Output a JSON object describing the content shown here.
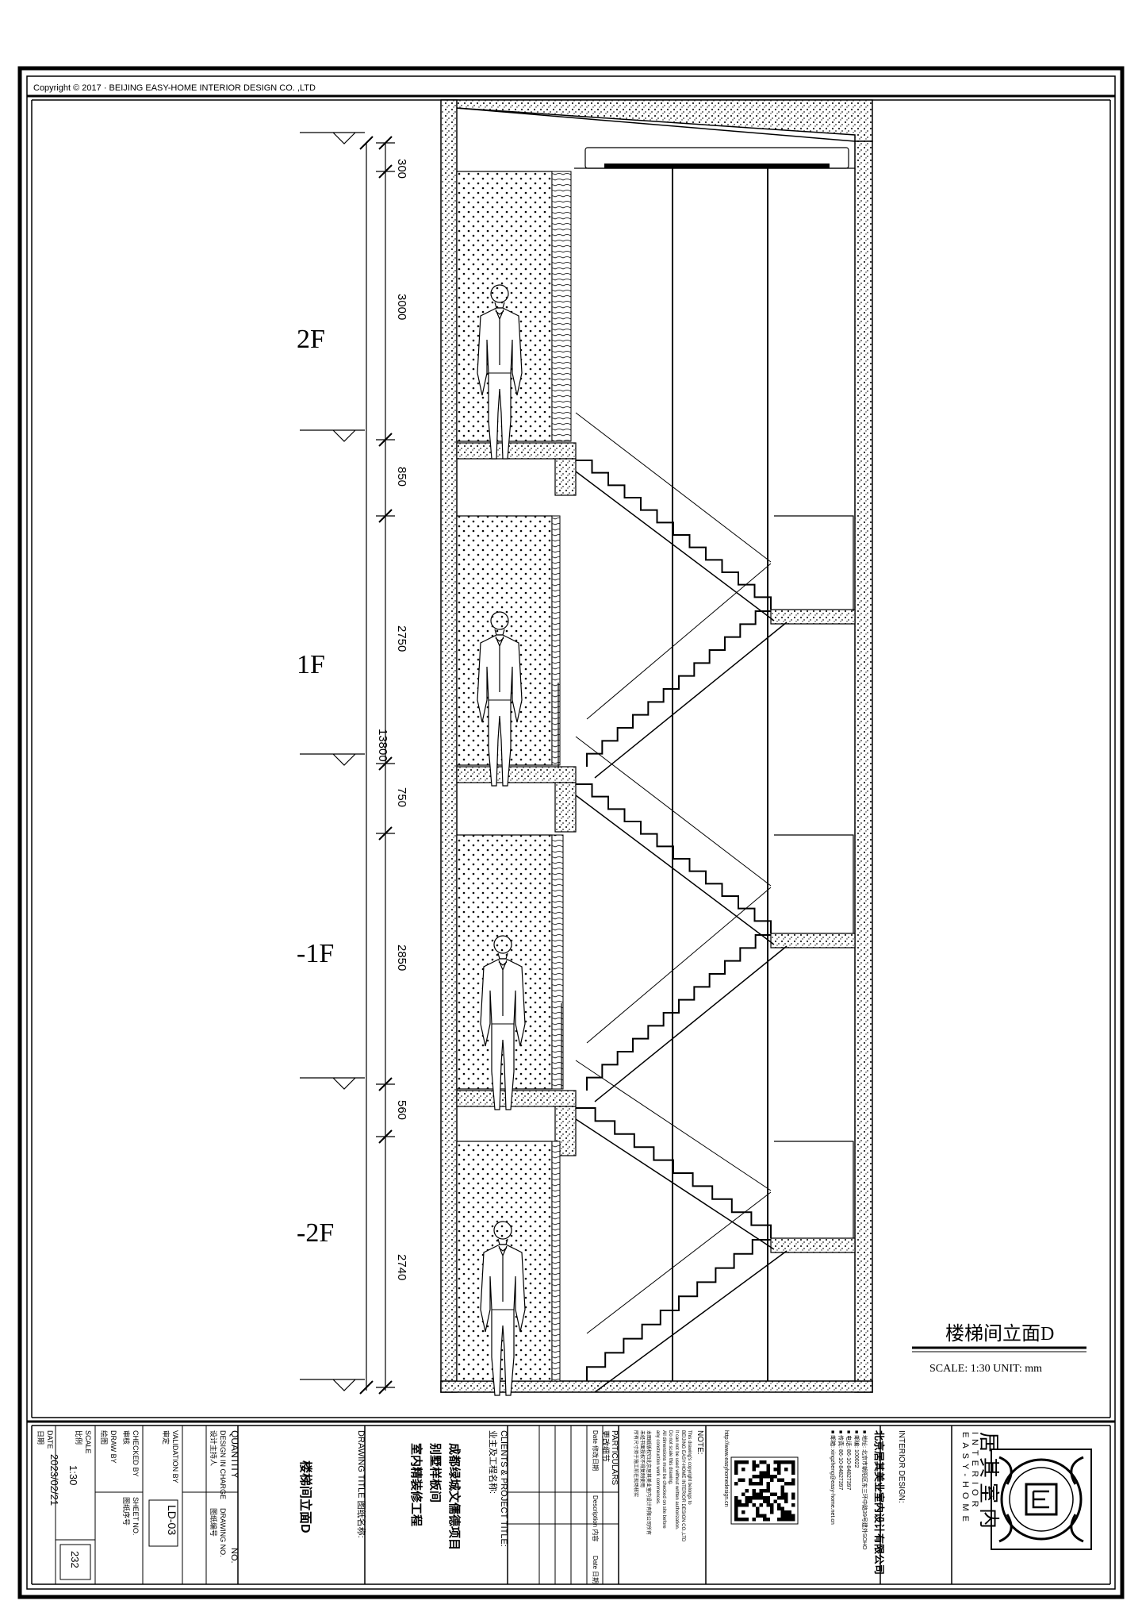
{
  "copyright": "Copyright © 2017 · BEIJING EASY-HOME INTERIOR DESIGN CO. ,LTD",
  "floors": {
    "f2": "2F",
    "f1": "1F",
    "b1": "-1F",
    "b2": "-2F"
  },
  "dimensions": {
    "d300": "300",
    "d3000": "3000",
    "d850": "850",
    "d2750": "2750",
    "d13800": "13800",
    "d750": "750",
    "d2850": "2850",
    "d560": "560",
    "d2740": "2740"
  },
  "view": {
    "title": "楼梯间立面D",
    "scale_line": "SCALE: 1:30 UNIT: mm"
  },
  "titleblock": {
    "quantity": "QUANTITY",
    "no": "NO.",
    "design_in_charge": "DESIGN IN CHARGE",
    "design_in_charge_cn": "设计主持人",
    "drawing_no_label": "DRAWING NO.",
    "drawing_no_cn": "图纸编号",
    "validation": "VALIDATION BY",
    "validation_cn": "审定",
    "checked": "CHECKED BY",
    "checked_cn": "审核",
    "draw": "DRAW BY",
    "draw_cn": "绘图",
    "sheet_no_label": "SHEET NO.",
    "sheet_no_cn": "图纸序号",
    "scale_label": "SCALE",
    "scale_cn": "比例",
    "scale_value": "1:30",
    "date_label": "DATE",
    "date_cn": "日期",
    "date_value": "2023/02/21",
    "drawing_no_value": "LD-03",
    "sheet_no_value": "232",
    "drawing_title_label": "DRAWING TITLE 图纸名称:",
    "drawing_title_value": "楼梯间立面D",
    "clients_label": "CLIENTS & PROJECT TITLE:",
    "clients_cn": "业主及工程名称:",
    "project_line1": "成都绿城文儒德项目",
    "project_line2": "别墅样板间",
    "project_line3": "室内精装修工程",
    "particulars_label": "PARTICULARS",
    "particulars_cn": "更改细节",
    "particulars_cols": [
      "Date 修改日期",
      "Description 内容",
      "Date 日期"
    ],
    "note_label": "NOTE:",
    "note_lines": [
      "This drawing's copyright belongs to",
      "BEIJING EASY-HOME INTERIOR DESIGN CO.,LTD",
      "It can not be used without written authorization.",
      "Do not scale this drawing.",
      "All dimensions must be checked on site before",
      "any construction work commences.",
      "本图纸版权归北京居其美业室内设计有限公司所有",
      "未经书面授权不得复制使用",
      "所有尺寸须于施工前在现场核实"
    ],
    "url": "http://www.easyhomedesign.cn",
    "interior_design_label": "INTERIOR DESIGN:",
    "company_cn": "北京居其美业室内设计有限公司",
    "company_lines": [
      "■ 地址: 北京市朝阳区东三环中路39号建外SOHO",
      "■ 邮编: 100022",
      "■ 电话: 86-10-84827397",
      "■ 传真: 86-10-84827397",
      "■ 邮箱: xingzheng@easy-home.net.cn"
    ],
    "brand_en": "EASY-HOME",
    "brand_en2": "INTERIOR",
    "brand_cn": "居其室内"
  },
  "colors": {
    "ink": "#000000",
    "paper": "#ffffff",
    "hatch": "#555555"
  }
}
